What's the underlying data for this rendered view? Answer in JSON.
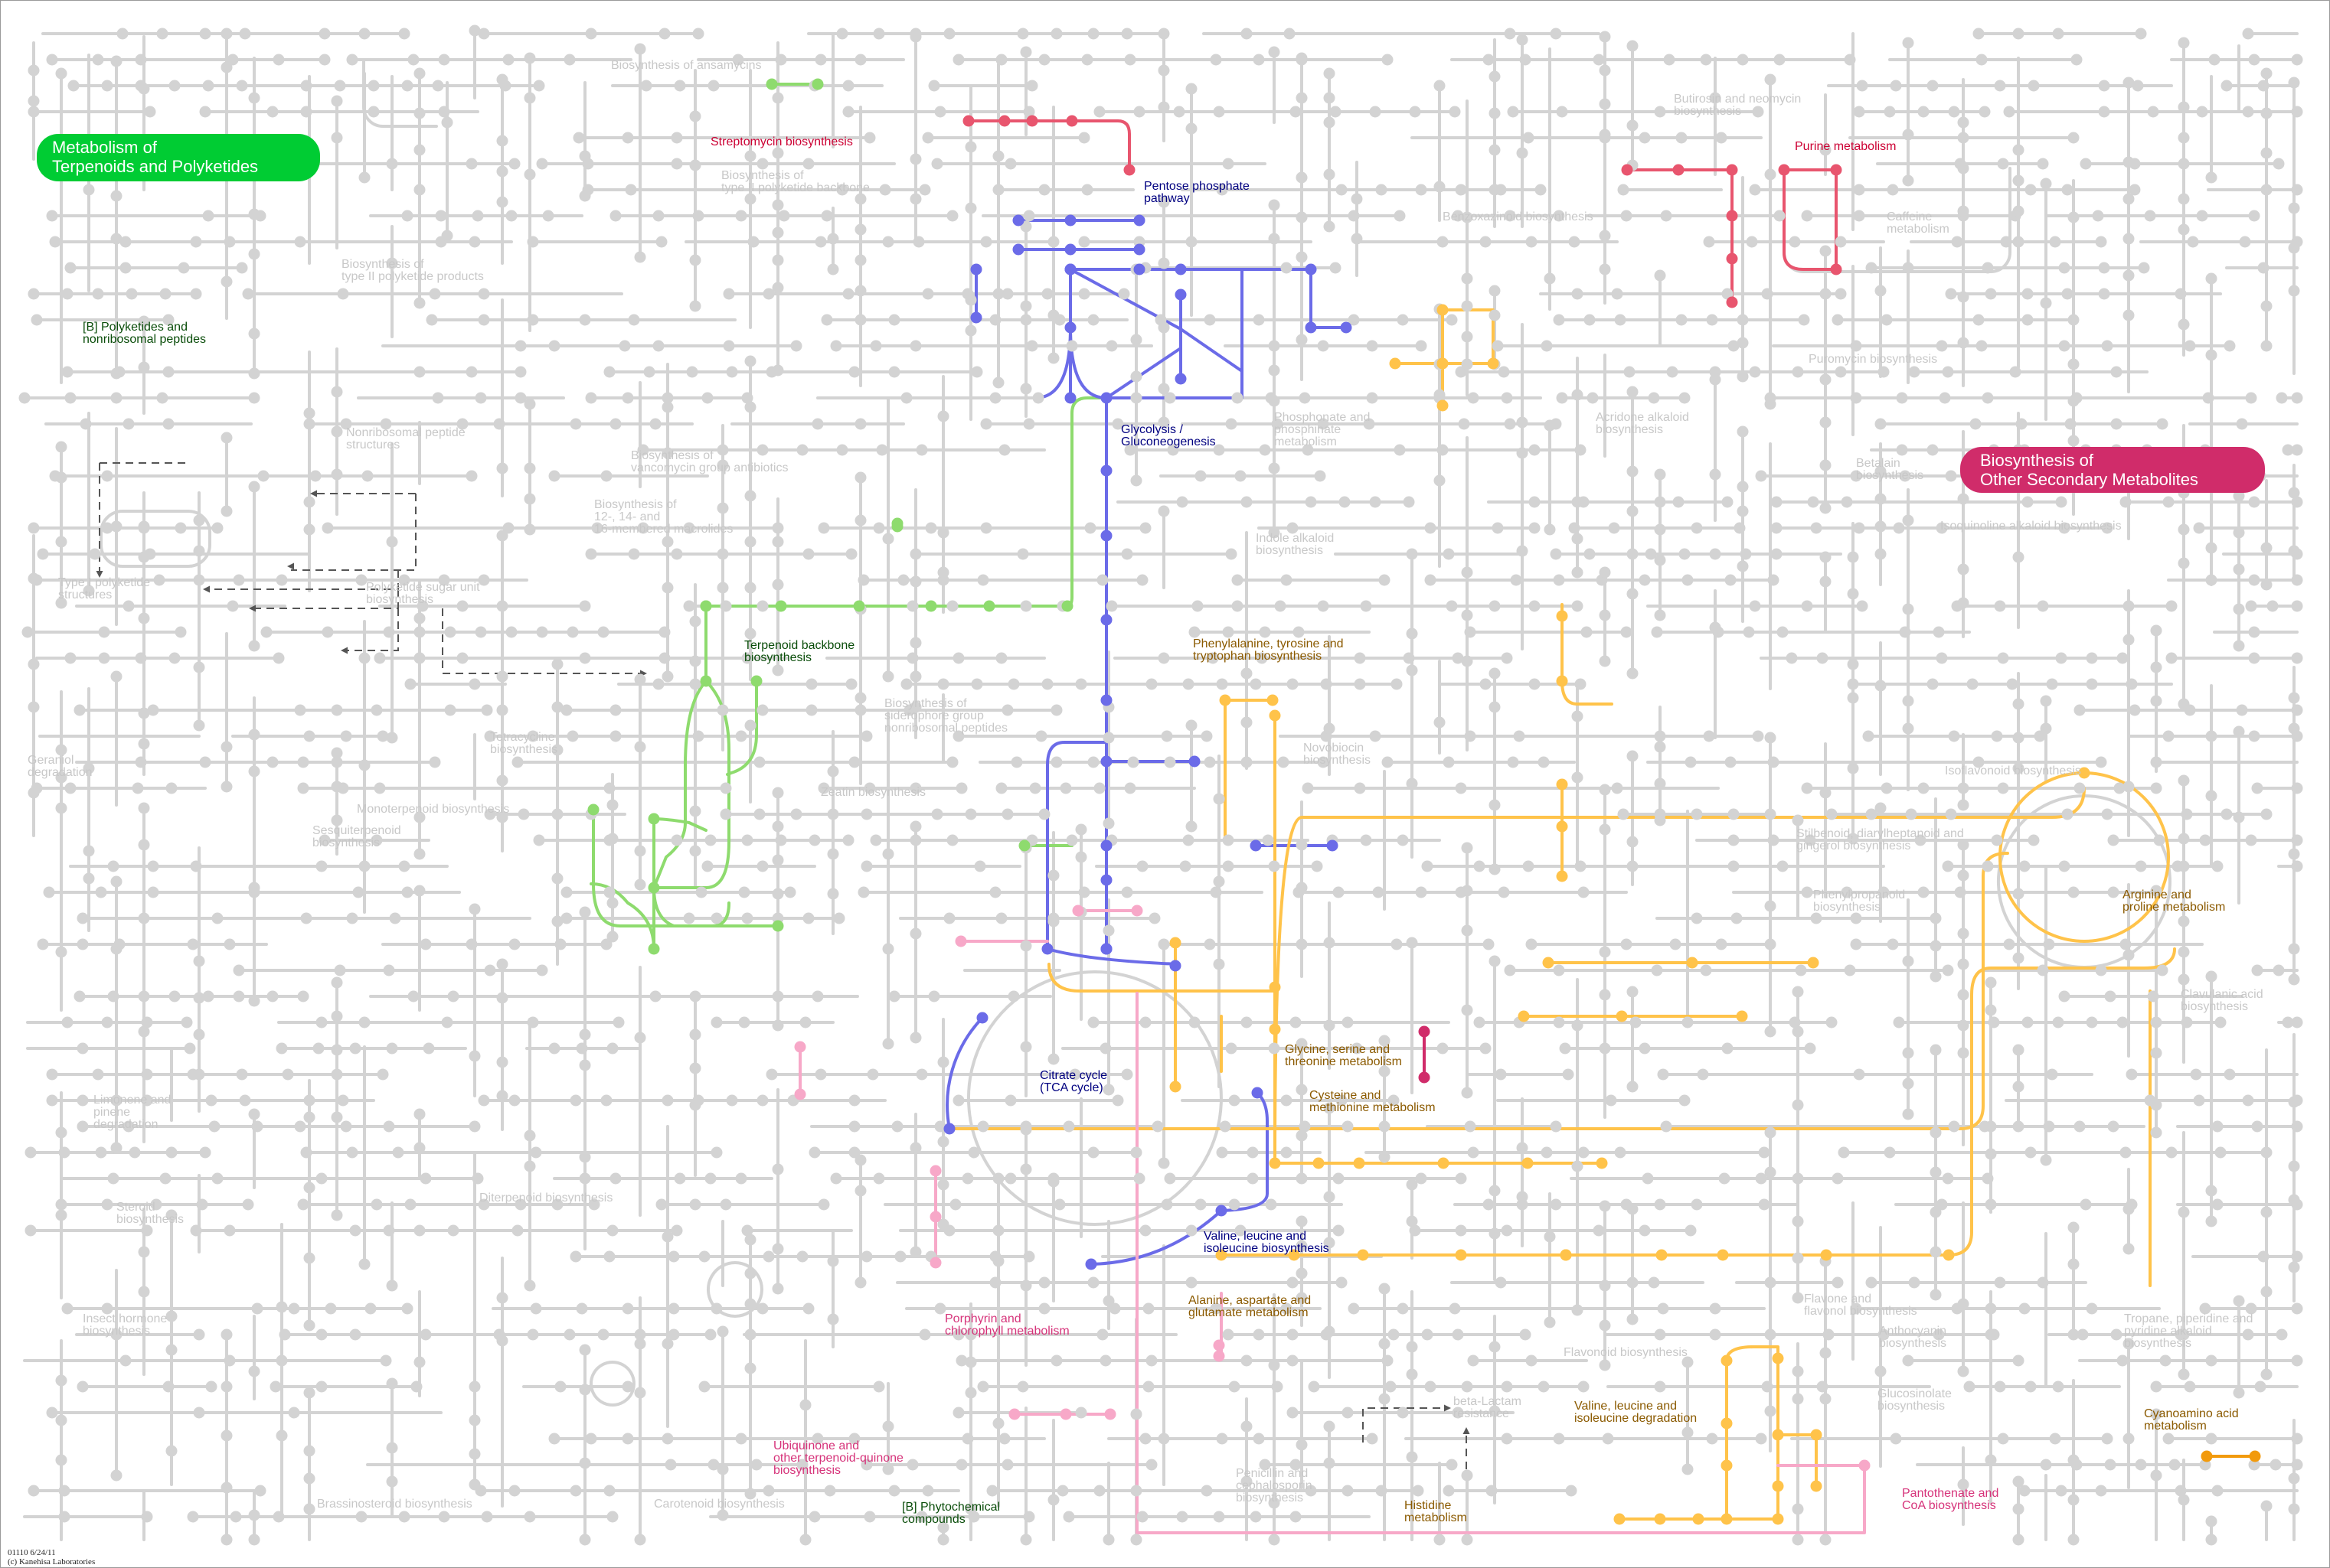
{
  "colors": {
    "grey": "#d3d3d3",
    "grey_label": "#c8c8c8",
    "terpenoid_green": "#00cc33",
    "terpenoid_path": "#8edb6e",
    "secondary_magenta": "#d02c6a",
    "glycolysis_blue": "#6b6be8",
    "amino_orange": "#ffc34a",
    "pink": "#f7a8c8",
    "red": "#e8556e",
    "dark_orange": "#f29a0c",
    "dark_green_label": "#0a4d0a",
    "dark_blue_label": "#000080",
    "brown_label": "#8b5a00",
    "red_label": "#cc0033",
    "pink_label": "#d6337a"
  },
  "banners": [
    {
      "id": "terpenoids",
      "lines": [
        "Metabolism of",
        "Terpenoids and Polyketides"
      ]
    },
    {
      "id": "secondary",
      "lines": [
        "Biosynthesis of",
        "Other Secondary Metabolites"
      ]
    }
  ],
  "labels": [
    {
      "id": "ansamycins",
      "lines": [
        "Biosynthesis of ansamycins"
      ],
      "tone": "grey"
    },
    {
      "id": "streptomycin",
      "lines": [
        "Streptomycin biosynthesis"
      ],
      "tone": "red"
    },
    {
      "id": "type2-backbone",
      "lines": [
        "Biosynthesis of",
        "type II polyketide backbone"
      ],
      "tone": "grey"
    },
    {
      "id": "type2-products",
      "lines": [
        "Biosynthesis of",
        "type II polyketide products"
      ],
      "tone": "grey"
    },
    {
      "id": "polyketides-nrp",
      "lines": [
        "[B] Polyketides and",
        "nonribosomal peptides"
      ],
      "tone": "dgreen"
    },
    {
      "id": "nonribosomal",
      "lines": [
        "Nonribosomal peptide",
        "structures"
      ],
      "tone": "grey"
    },
    {
      "id": "vancomycin",
      "lines": [
        "Biosynthesis of",
        "vancomycin group antibiotics"
      ],
      "tone": "grey"
    },
    {
      "id": "macrolides",
      "lines": [
        "Biosynthesis of",
        "12-, 14- and",
        "16-membered macrolides"
      ],
      "tone": "grey"
    },
    {
      "id": "type1",
      "lines": [
        "Type I polyketide",
        "structures"
      ],
      "tone": "grey"
    },
    {
      "id": "sugar-unit",
      "lines": [
        "Polyketide sugar unit",
        "biosynthesis"
      ],
      "tone": "grey"
    },
    {
      "id": "terpenoid-backbone",
      "lines": [
        "Terpenoid backbone",
        "biosynthesis"
      ],
      "tone": "dgreen"
    },
    {
      "id": "geraniol",
      "lines": [
        "Geraniol",
        "degradation"
      ],
      "tone": "grey"
    },
    {
      "id": "tetracycline",
      "lines": [
        "Tetracycline",
        "biosynthesis"
      ],
      "tone": "grey"
    },
    {
      "id": "monoterpenoid",
      "lines": [
        "Monoterpenoid biosynthesis"
      ],
      "tone": "grey"
    },
    {
      "id": "sesquiterpenoid",
      "lines": [
        "Sesquiterpenoid",
        "biosynthesis"
      ],
      "tone": "grey"
    },
    {
      "id": "limonene",
      "lines": [
        "Limonene and",
        "pinene",
        "degradation"
      ],
      "tone": "grey"
    },
    {
      "id": "steroid",
      "lines": [
        "Steroid",
        "biosynthesis"
      ],
      "tone": "grey"
    },
    {
      "id": "insect-hormone",
      "lines": [
        "Insect hormone",
        "biosynthesis"
      ],
      "tone": "grey"
    },
    {
      "id": "diterpenoid",
      "lines": [
        "Diterpenoid biosynthesis"
      ],
      "tone": "grey"
    },
    {
      "id": "brassinosteroid",
      "lines": [
        "Brassinosteroid biosynthesis"
      ],
      "tone": "grey"
    },
    {
      "id": "carotenoid",
      "lines": [
        "Carotenoid biosynthesis"
      ],
      "tone": "grey"
    },
    {
      "id": "siderophore",
      "lines": [
        "Biosynthesis of",
        "siderophore group",
        "nonribosomal peptides"
      ],
      "tone": "grey"
    },
    {
      "id": "zeatin",
      "lines": [
        "Zeatin biosynthesis"
      ],
      "tone": "grey"
    },
    {
      "id": "ubiquinone",
      "lines": [
        "Ubiquinone and",
        "other terpenoid-quinone",
        "biosynthesis"
      ],
      "tone": "pink"
    },
    {
      "id": "phytochemical",
      "lines": [
        "[B] Phytochemical",
        "compounds"
      ],
      "tone": "dgreen"
    },
    {
      "id": "porphyrin",
      "lines": [
        "Porphyrin and",
        "chlorophyll metabolism"
      ],
      "tone": "pink"
    },
    {
      "id": "pentose",
      "lines": [
        "Pentose phosphate",
        "pathway"
      ],
      "tone": "blue"
    },
    {
      "id": "glycolysis",
      "lines": [
        "Glycolysis /",
        "Gluconeogenesis"
      ],
      "tone": "blue"
    },
    {
      "id": "citrate",
      "lines": [
        "Citrate cycle",
        "(TCA cycle)"
      ],
      "tone": "blue"
    },
    {
      "id": "phe-tyr-trp",
      "lines": [
        "Phenylalanine, tyrosine and",
        "tryptophan biosynthesis"
      ],
      "tone": "brown"
    },
    {
      "id": "gly-ser-thr",
      "lines": [
        "Glycine, serine and",
        "threonine metabolism"
      ],
      "tone": "brown"
    },
    {
      "id": "cys-met",
      "lines": [
        "Cysteine and",
        "methionine metabolism"
      ],
      "tone": "brown"
    },
    {
      "id": "val-leu-ile-bio",
      "lines": [
        "Valine, leucine and",
        "isoleucine biosynthesis"
      ],
      "tone": "blue"
    },
    {
      "id": "ala-asp-glu",
      "lines": [
        "Alanine, aspartate and",
        "glutamate metabolism"
      ],
      "tone": "brown"
    },
    {
      "id": "benzoxazinoid",
      "lines": [
        "Benzoxazinoid biosynthesis"
      ],
      "tone": "grey"
    },
    {
      "id": "phosphonate",
      "lines": [
        "Phosphonate and",
        "phosphinate",
        "metabolism"
      ],
      "tone": "grey"
    },
    {
      "id": "indole-alkaloid",
      "lines": [
        "Indole alkaloid",
        "biosynthesis"
      ],
      "tone": "grey"
    },
    {
      "id": "novobiocin",
      "lines": [
        "Novobiocin",
        "biosynthesis"
      ],
      "tone": "grey"
    },
    {
      "id": "butirosin",
      "lines": [
        "Butirosin and neomycin",
        "biosynthesis"
      ],
      "tone": "grey"
    },
    {
      "id": "purine",
      "lines": [
        "Purine metabolism"
      ],
      "tone": "red"
    },
    {
      "id": "caffeine",
      "lines": [
        "Caffeine",
        "metabolism"
      ],
      "tone": "grey"
    },
    {
      "id": "puromycin",
      "lines": [
        "Puromycin biosynthesis"
      ],
      "tone": "grey"
    },
    {
      "id": "acridone",
      "lines": [
        "Acridone alkaloid",
        "biosynthesis"
      ],
      "tone": "grey"
    },
    {
      "id": "betalain",
      "lines": [
        "Betalain",
        "biosynthesis"
      ],
      "tone": "grey"
    },
    {
      "id": "isoquinoline",
      "lines": [
        "Isoquinoline alkaloid biosynthesis"
      ],
      "tone": "grey"
    },
    {
      "id": "isoflavonoid",
      "lines": [
        "Isoflavonoid biosynthesis"
      ],
      "tone": "grey"
    },
    {
      "id": "stilbenoid",
      "lines": [
        "Stilbenoid, diarylheptanoid and",
        "gingerol biosynthesis"
      ],
      "tone": "grey"
    },
    {
      "id": "phenylpropanoid",
      "lines": [
        "Phenylpropanoid",
        "biosynthesis"
      ],
      "tone": "grey"
    },
    {
      "id": "arg-pro",
      "lines": [
        "Arginine and",
        "proline metabolism"
      ],
      "tone": "brown"
    },
    {
      "id": "clavulanic",
      "lines": [
        "Clavulanic acid",
        "biosynthesis"
      ],
      "tone": "grey"
    },
    {
      "id": "flavone",
      "lines": [
        "Flavone and",
        "flavonol biosynthesis"
      ],
      "tone": "grey"
    },
    {
      "id": "flavonoid",
      "lines": [
        "Flavonoid biosynthesis"
      ],
      "tone": "grey"
    },
    {
      "id": "anthocyanin",
      "lines": [
        "Anthocyanin",
        "biosynthesis"
      ],
      "tone": "grey"
    },
    {
      "id": "tropane",
      "lines": [
        "Tropane, piperidine and",
        "pyridine alkaloid",
        "biosynthesis"
      ],
      "tone": "grey"
    },
    {
      "id": "glucosinolate",
      "lines": [
        "Glucosinolate",
        "biosynthesis"
      ],
      "tone": "grey"
    },
    {
      "id": "val-leu-ile-deg",
      "lines": [
        "Valine, leucine and",
        "isoleucine degradation"
      ],
      "tone": "brown"
    },
    {
      "id": "cyanoamino",
      "lines": [
        "Cyanoamino acid",
        "metabolism"
      ],
      "tone": "brown"
    },
    {
      "id": "beta-lactam",
      "lines": [
        "beta-Lactam",
        "resistance"
      ],
      "tone": "grey"
    },
    {
      "id": "penicillin",
      "lines": [
        "Penicillin and",
        "cephalosporin",
        "biosynthesis"
      ],
      "tone": "grey"
    },
    {
      "id": "histidine",
      "lines": [
        "Histidine",
        "metabolism"
      ],
      "tone": "brown"
    },
    {
      "id": "pantothenate",
      "lines": [
        "Pantothenate and",
        "CoA biosynthesis"
      ],
      "tone": "pink"
    }
  ],
  "footer": {
    "lines": [
      "01110 6/24/11",
      "(c) Kanehisa Laboratories"
    ]
  }
}
